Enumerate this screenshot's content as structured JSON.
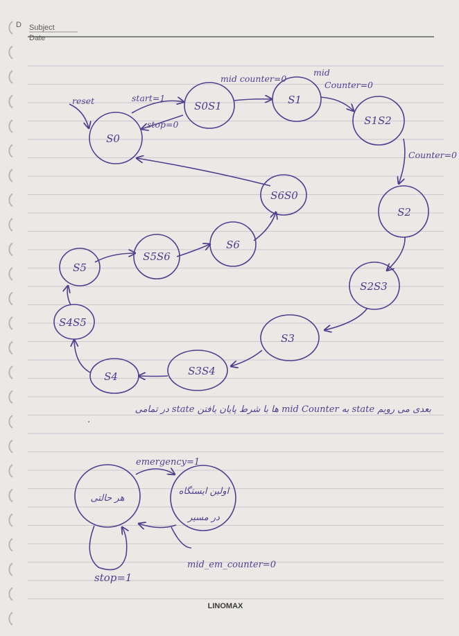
{
  "header": {
    "subject_label": "Subject",
    "date_label": "Date",
    "date_prefix": "D"
  },
  "brand": "LINOMAX",
  "diagram": {
    "states": {
      "s0": "S0",
      "s0s1": "S0S1",
      "s1": "S1",
      "s1s2": "S1S2",
      "s2": "S2",
      "s2s3": "S2S3",
      "s3": "S3",
      "s3s4": "S3S4",
      "s4": "S4",
      "s4s5": "S4S5",
      "s5": "S5",
      "s5s6": "S5S6",
      "s6": "S6",
      "s6s0": "S6S0",
      "emergency_state": "هر حالتی",
      "first_station_l1": "اولین ایستگاه",
      "first_station_l2": "در مسیر"
    },
    "transitions": {
      "reset": "reset",
      "start": "start=1",
      "stop": "stop=0",
      "mid_counter_1": "mid counter=0",
      "mid_2": "mid",
      "counter_2": "Counter=0",
      "counter_3": "Counter=0",
      "emergency": "emergency=1",
      "mid_em_counter": "mid_em_counter=0",
      "stop_loop": "stop=1"
    },
    "note_line1": "در تمامی state ها با شرط پایان یافتن mid Counter به state بعدی می رویم",
    "note_line2": "."
  }
}
